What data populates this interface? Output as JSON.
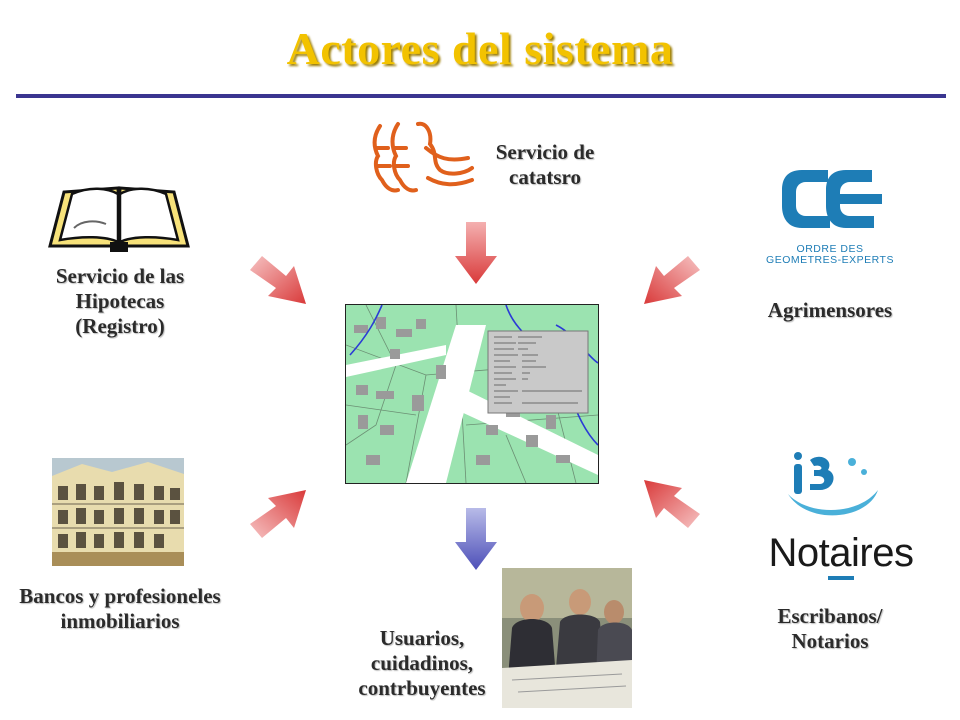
{
  "title": "Actores del sistema",
  "nodes": {
    "catastro": {
      "line1": "Servicio de",
      "line2": "catatsro"
    },
    "hipotecas": {
      "line1": "Servicio de las",
      "line2": "Hipotecas",
      "line3": "(Registro)"
    },
    "agrimensores": {
      "line1": "Agrimensores",
      "logo_line1": "ORDRE DES",
      "logo_line2": "GEOMETRES-EXPERTS"
    },
    "bancos": {
      "line1": "Bancos y  profesioneles",
      "line2": "inmobiliarios"
    },
    "escribanos": {
      "line1": "Escribanos/",
      "line2": "Notarios",
      "logo_text": "Notaires"
    },
    "usuarios": {
      "line1": "Usuarios,",
      "line2": "cuidadinos,",
      "line3": "contrbuyentes"
    }
  },
  "colors": {
    "title": "#f2c200",
    "rule": "#3a3590",
    "arrow_in": "#d93a3a",
    "arrow_out": "#4d4fb8",
    "map_bg": "#9be3b0",
    "logo_blue": "#1e7db6"
  }
}
